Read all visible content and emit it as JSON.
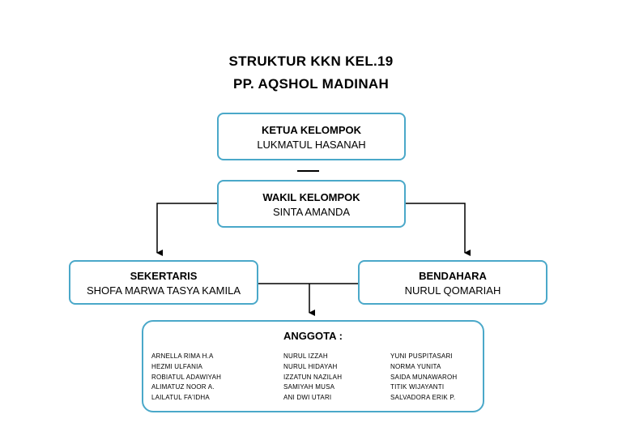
{
  "title": {
    "line1": "STRUKTUR KKN KEL.19",
    "line2": "PP. AQSHOL MADINAH"
  },
  "ketua": {
    "role": "KETUA KELOMPOK",
    "name": "LUKMATUL HASANAH"
  },
  "wakil": {
    "role": "WAKIL KELOMPOK",
    "name": "SINTA AMANDA"
  },
  "sekretaris": {
    "role": "SEKERTARIS",
    "name": "SHOFA MARWA TASYA KAMILA"
  },
  "bendahara": {
    "role": "BENDAHARA",
    "name": "NURUL QOMARIAH"
  },
  "anggota": {
    "heading": "ANGGOTA :",
    "columns": [
      [
        "ARNELLA RIMA H.A",
        "HEZMI ULFANIA",
        "ROBIATUL ADAWIYAH",
        "ALIMATUZ NOOR A.",
        "LAILATUL FA'IDHA"
      ],
      [
        "NURUL IZZAH",
        "NURUL HIDAYAH",
        "IZZATUN NAZILAH",
        "SAMIYAH MUSA",
        "ANI DWI UTARI"
      ],
      [
        "YUNI PUSPITASARI",
        "NORMA YUNITA",
        "SAIDA MUNAWAROH",
        "TITIK WIJAYANTI",
        "SALVADORA ERIK P."
      ]
    ]
  },
  "colors": {
    "box_border": "#4aa8c9",
    "connector": "#000000"
  }
}
